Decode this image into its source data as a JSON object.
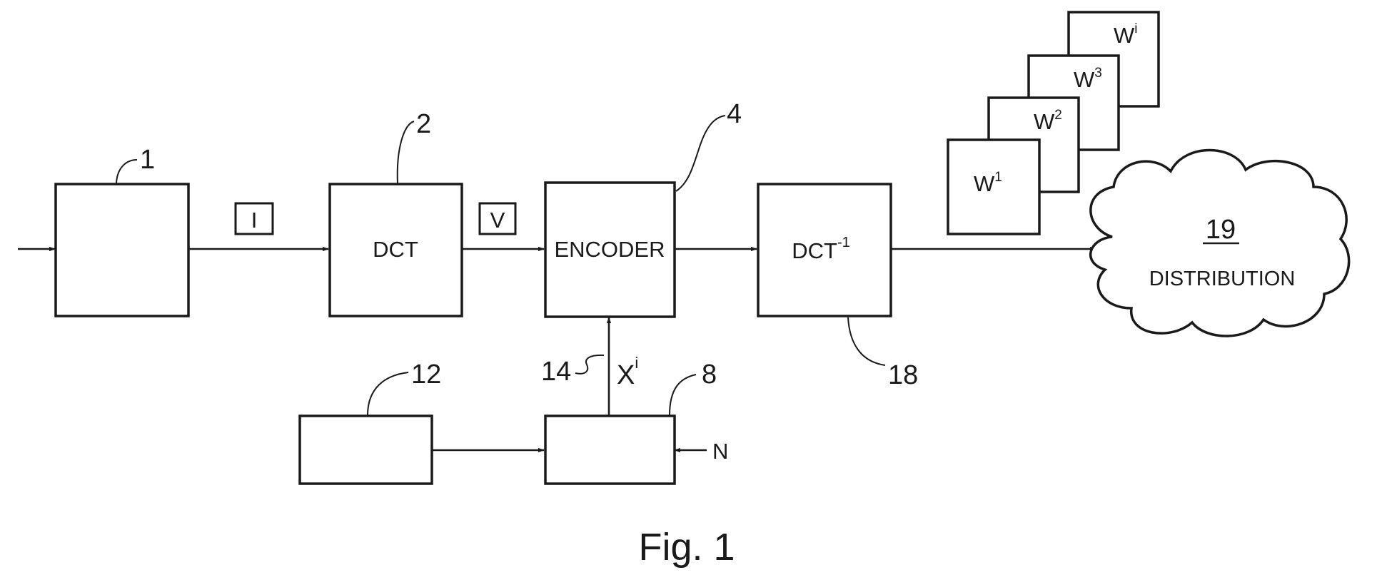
{
  "colors": {
    "ink": "#1a1a1a",
    "paper": "#ffffff"
  },
  "blocks": {
    "b1": {
      "ref": "1",
      "label": ""
    },
    "dct": {
      "ref": "2",
      "label": "DCT"
    },
    "encoder": {
      "ref": "4",
      "label": "ENCODER"
    },
    "idct": {
      "ref": "18",
      "label": "DCT",
      "sup": "-1"
    },
    "b12": {
      "ref": "12",
      "label": ""
    },
    "b8": {
      "ref": "8",
      "label": ""
    }
  },
  "signals": {
    "image": "I",
    "vector": "V",
    "watermark": {
      "ref": "14",
      "base": "X",
      "sup": "i"
    },
    "input_n": "N"
  },
  "watermarks": [
    {
      "base": "W",
      "sup": "1"
    },
    {
      "base": "W",
      "sup": "2"
    },
    {
      "base": "W",
      "sup": "3"
    },
    {
      "base": "W",
      "sup": "i"
    }
  ],
  "distribution": {
    "ref": "19",
    "label": "DISTRIBUTION"
  },
  "figure_label": "Fig. 1"
}
